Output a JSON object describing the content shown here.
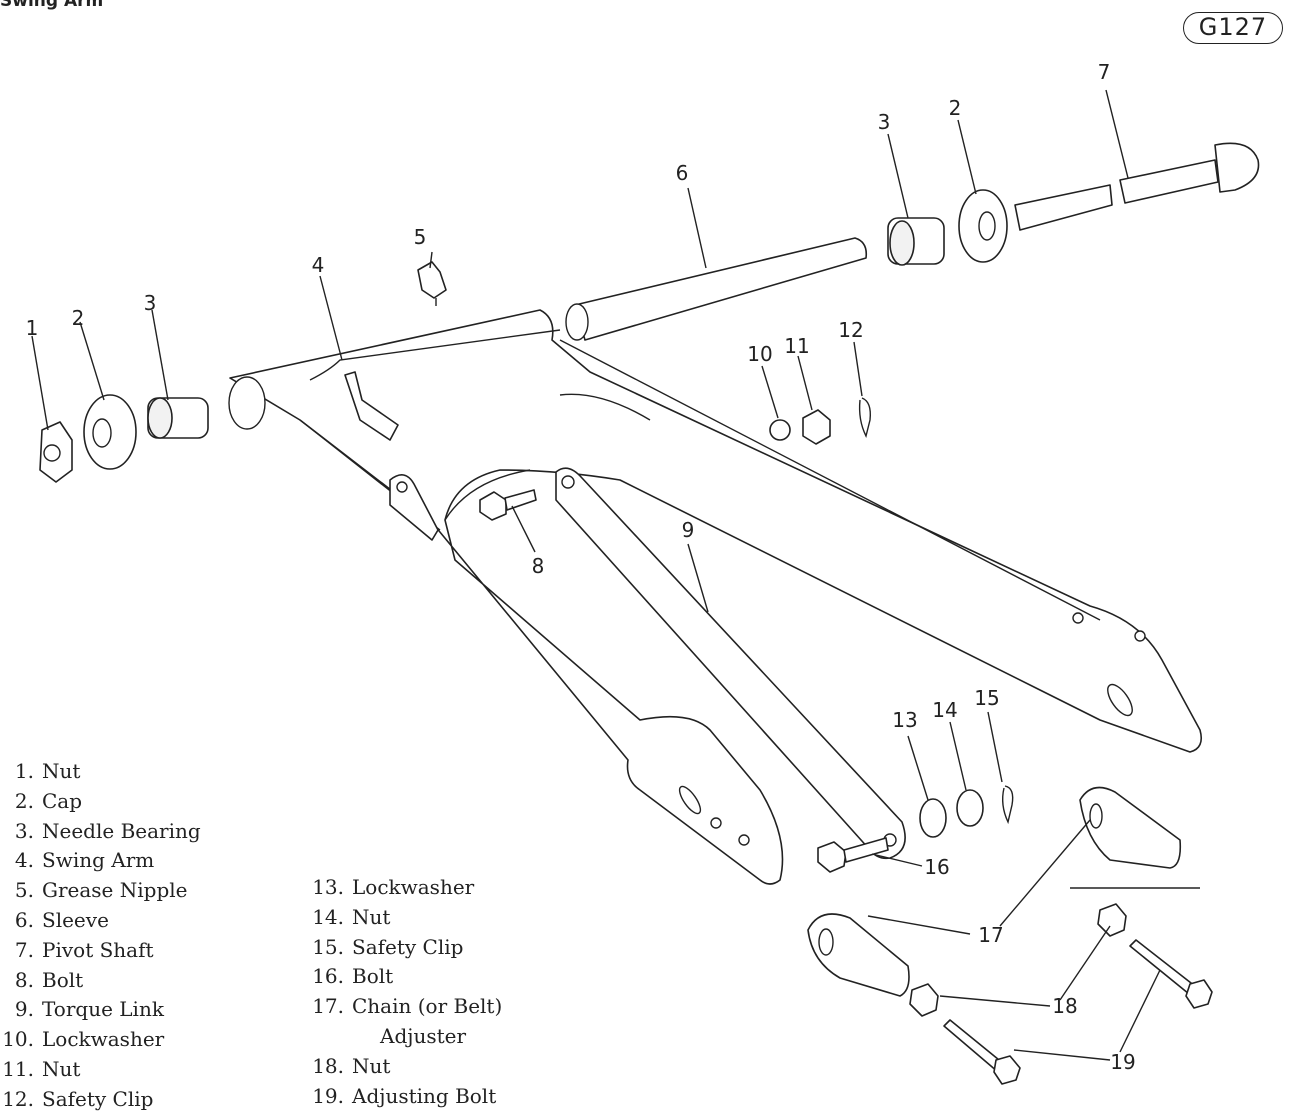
{
  "title": "Swing Arm",
  "figure_code": "G127",
  "callouts": [
    "1",
    "2",
    "3",
    "4",
    "5",
    "6",
    "3",
    "2",
    "7",
    "10",
    "11",
    "12",
    "8",
    "9",
    "13",
    "14",
    "15",
    "16",
    "17",
    "18",
    "19"
  ],
  "legend_left": [
    {
      "num": "1.",
      "text": "Nut"
    },
    {
      "num": "2.",
      "text": "Cap"
    },
    {
      "num": "3.",
      "text": "Needle Bearing"
    },
    {
      "num": "4.",
      "text": "Swing Arm"
    },
    {
      "num": "5.",
      "text": "Grease Nipple"
    },
    {
      "num": "6.",
      "text": "Sleeve"
    },
    {
      "num": "7.",
      "text": "Pivot Shaft"
    },
    {
      "num": "8.",
      "text": "Bolt"
    },
    {
      "num": "9.",
      "text": "Torque Link"
    },
    {
      "num": "10.",
      "text": "Lockwasher"
    },
    {
      "num": "11.",
      "text": "Nut"
    },
    {
      "num": "12.",
      "text": "Safety Clip"
    }
  ],
  "legend_right": [
    {
      "num": "13.",
      "text": "Lockwasher"
    },
    {
      "num": "14.",
      "text": "Nut"
    },
    {
      "num": "15.",
      "text": "Safety Clip"
    },
    {
      "num": "16.",
      "text": "Bolt"
    },
    {
      "num": "17.",
      "text": "Chain (or Belt)"
    },
    {
      "num": "",
      "text": "Adjuster"
    },
    {
      "num": "18.",
      "text": "Nut"
    },
    {
      "num": "19.",
      "text": "Adjusting Bolt"
    }
  ]
}
